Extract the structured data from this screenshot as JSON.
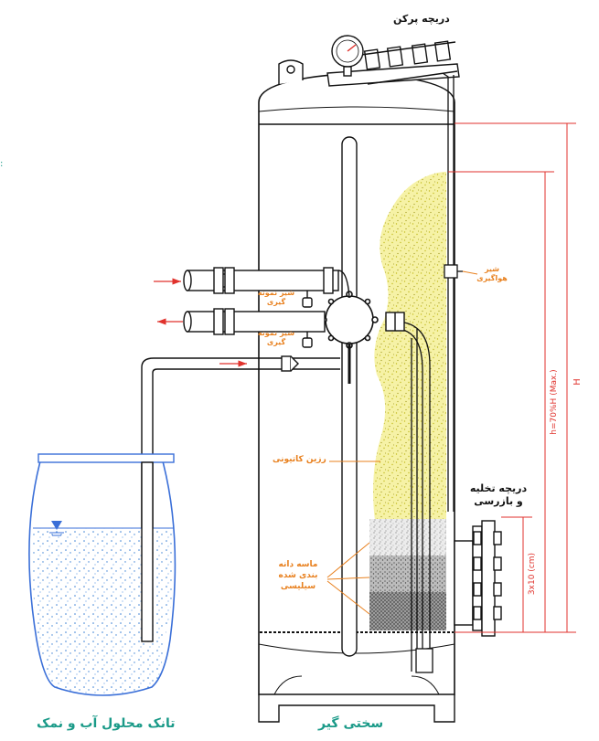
{
  "labels": {
    "valve_top": "دریچه پرکن",
    "air_vent": "شیر هواگیری",
    "sample_valve_1": "شیر نمونه گیری",
    "sample_valve_2": "شیر نمونه گیری",
    "resin": "رزین کاتیونی",
    "drain_inspect": "دریچه تخلیه و بازرسی",
    "gravel": "ماسه دانه بندی شده سیلیسی",
    "softener": "سختی گیر",
    "brine_tank": "تانک محلول آب و نمک",
    "dimension_H": "H",
    "dimension_h": "h=70%H (Max.)",
    "dimension_gravel": "3x10 (cm)"
  },
  "colors": {
    "line": "#111111",
    "resin_fill": "#f4ef9a",
    "resin_dots": "#c8c02a",
    "gravel_light": "#dedede",
    "gravel_dark": "#8a8a8a",
    "water_dots": "#3a7fd5",
    "tank_outline": "#3a6fd8",
    "dimension_red": "#e0322c",
    "orange": "#e8801e",
    "teal": "#1a9a88"
  }
}
